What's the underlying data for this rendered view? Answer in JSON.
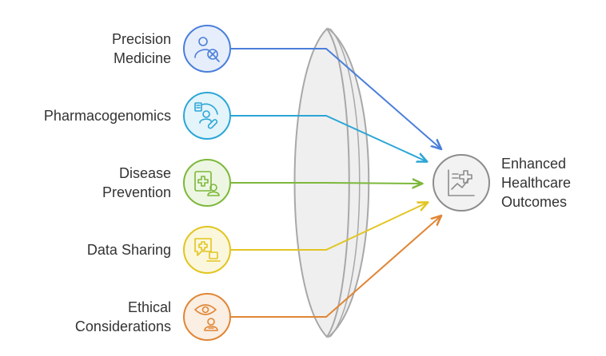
{
  "inputs": [
    {
      "lines": [
        "Precision",
        "Medicine"
      ],
      "icon": "person-dna-icon",
      "stroke": "#4a7fd9",
      "fill": "#e6eefc"
    },
    {
      "lines": [
        "Pharmacogenomics"
      ],
      "icon": "person-pill-icon",
      "stroke": "#2ba6d6",
      "fill": "#e3f4fb"
    },
    {
      "lines": [
        "Disease",
        "Prevention"
      ],
      "icon": "medical-person-icon",
      "stroke": "#7cb83a",
      "fill": "#edf6e2"
    },
    {
      "lines": [
        "Data Sharing"
      ],
      "icon": "medical-chat-laptop-icon",
      "stroke": "#e2c520",
      "fill": "#fbf7dc"
    },
    {
      "lines": [
        "Ethical",
        "Considerations"
      ],
      "icon": "eye-person-icon",
      "stroke": "#e08636",
      "fill": "#fbeee2"
    }
  ],
  "output": {
    "lines": [
      "Enhanced",
      "Healthcare",
      "Outcomes"
    ],
    "icon": "health-chart-icon",
    "stroke": "#8c8c8c",
    "fill": "#f2f2f2"
  },
  "lens": {
    "fill": "#efefef",
    "stroke": "#a8a8a8"
  }
}
